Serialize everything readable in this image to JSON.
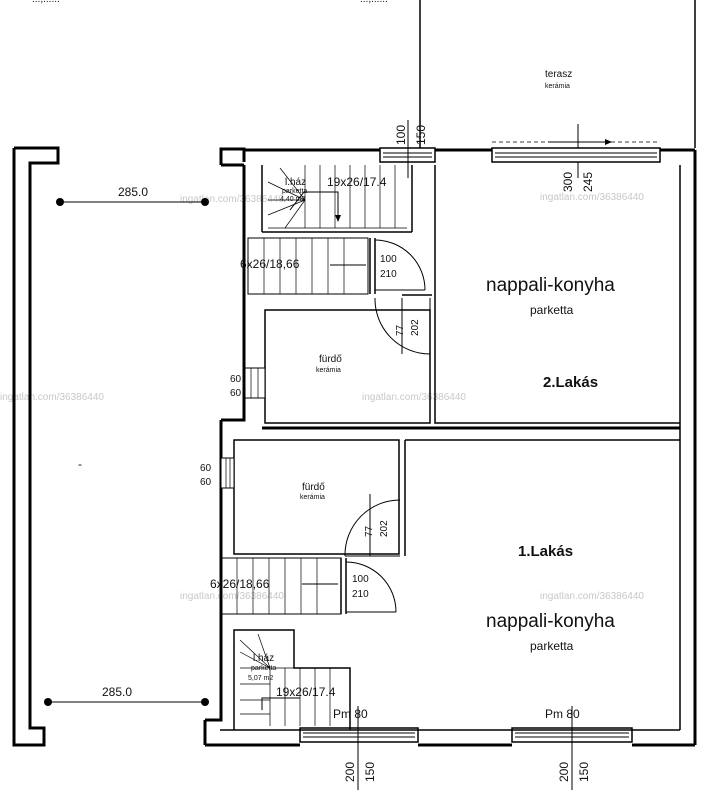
{
  "top_cut": {
    "left": "...,......",
    "right": "...,......"
  },
  "watermark": "ingatlan.com/36386440",
  "terrace": {
    "name": "terasz",
    "material": "kerámia"
  },
  "flat2": {
    "title": "2.Lakás",
    "living_name": "nappali-konyha",
    "living_material": "parketta",
    "bath_name": "fürdő",
    "bath_material": "kerámia",
    "stair_room_name": "l.ház",
    "stair_room_material": "parketta",
    "stair_room_area": "4,40 m2",
    "stair_upper": "19x26/17.4",
    "stair_lower": "6x26/18,66",
    "door_stair": {
      "w": "100",
      "h": "210"
    },
    "door_bath": {
      "w": "77",
      "h": "202"
    },
    "window_bath": {
      "w": "60",
      "h": "60"
    },
    "window_door_top": {
      "w": "100",
      "h": "150"
    },
    "window_terrace": {
      "w": "300",
      "h": "245"
    }
  },
  "flat1": {
    "title": "1.Lakás",
    "living_name": "nappali-konyha",
    "living_material": "parketta",
    "bath_name": "fürdő",
    "bath_material": "kerámia",
    "stair_room_name": "l.ház",
    "stair_room_material": "parketta",
    "stair_room_area": "5,07 m2",
    "stair_upper": "6x26/18,66",
    "stair_lower": "19x26/17.4",
    "door_stair": {
      "w": "100",
      "h": "210"
    },
    "door_bath": {
      "w": "77",
      "h": "202"
    },
    "window_bath": {
      "w": "60",
      "h": "60"
    },
    "pm_left": "Pm 80",
    "pm_right": "Pm 80",
    "window_bottom_left": {
      "w": "200",
      "h": "150"
    },
    "window_bottom_right": {
      "w": "200",
      "h": "150"
    }
  },
  "dimensions": {
    "top": "285.0",
    "bottom": "285.0"
  },
  "dash_mark": "-"
}
